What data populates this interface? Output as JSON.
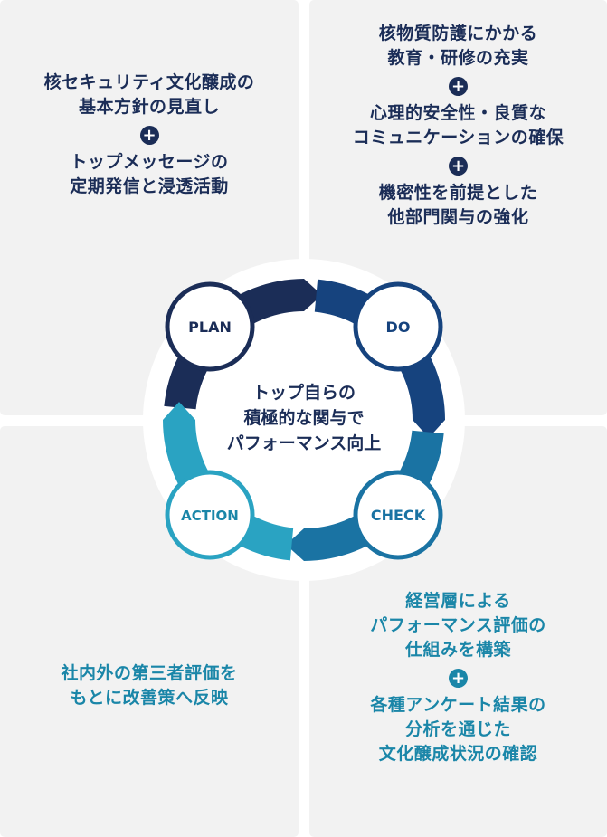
{
  "colors": {
    "navy": "#1b2d57",
    "blue": "#16437e",
    "mid_blue": "#1a73a3",
    "teal": "#1a86a8",
    "light_teal": "#2aa3c2",
    "panel_bg": "#f2f2f2"
  },
  "plus_symbol": "+",
  "panels": {
    "plan": {
      "items": [
        "核セキュリティ文化醸成の\n基本方針の見直し",
        "トップメッセージの\n定期発信と浸透活動"
      ]
    },
    "do": {
      "items": [
        "核物質防護にかかる\n教育・研修の充実",
        "心理的安全性・良質な\nコミュニケーションの確保",
        "機密性を前提とした\n他部門関与の強化"
      ]
    },
    "action": {
      "items": [
        "社内外の第三者評価を\nもとに改善策へ反映"
      ]
    },
    "check": {
      "items": [
        "経営層による\nパフォーマンス評価の\n仕組みを構築",
        "各種アンケート結果の\n分析を通じた\n文化醸成状況の確認"
      ]
    }
  },
  "cycle": {
    "center_text": [
      "トップ自らの",
      "積極的な関与で",
      "パフォーマンス向上"
    ],
    "phases": [
      "PLAN",
      "DO",
      "CHECK",
      "ACTION"
    ]
  }
}
